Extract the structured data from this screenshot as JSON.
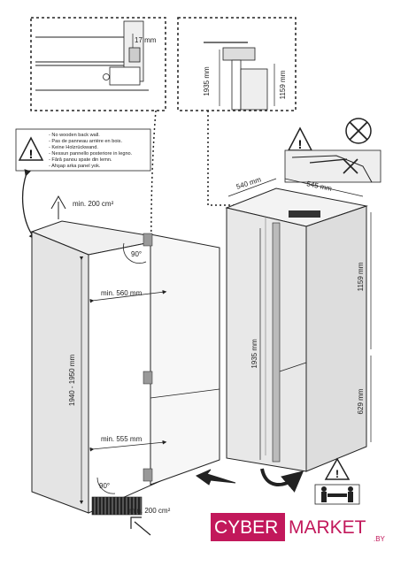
{
  "warning_box": {
    "lines": [
      "- No wooden back wall.",
      "- Pas de panneau arrière en bois.",
      "- Keine Holzrückwand.",
      "- Nessun pannello posteriore in legno.",
      "- Fără panou spate din lemn.",
      "- Ahşap arka panel yok."
    ]
  },
  "dimensions": {
    "top_gap": "17 mm",
    "detail_height": "1935 mm",
    "detail_door_height": "1159 mm",
    "width": "540 mm",
    "depth": "545 mm",
    "door_upper": "1159 mm",
    "door_lower": "629 mm",
    "fridge_height": "1935 mm",
    "niche_height": "1940 - 1950 mm",
    "niche_width_upper": "min. 560 mm",
    "niche_width_lower": "min. 555 mm",
    "vent_top": "min. 200 cm²",
    "vent_bottom": "min. 200 cm²",
    "angle_top": "90°",
    "angle_bottom": "90°"
  },
  "logo": {
    "part1": "CYBER",
    "part2": "MARKET",
    "suffix": ".BY",
    "color_primary": "#c2185b",
    "color_secondary": "#ffffff"
  },
  "icons": [
    "warning-triangle-icon",
    "no-entry-icon",
    "two-person-lift-icon",
    "arrow-icon"
  ]
}
